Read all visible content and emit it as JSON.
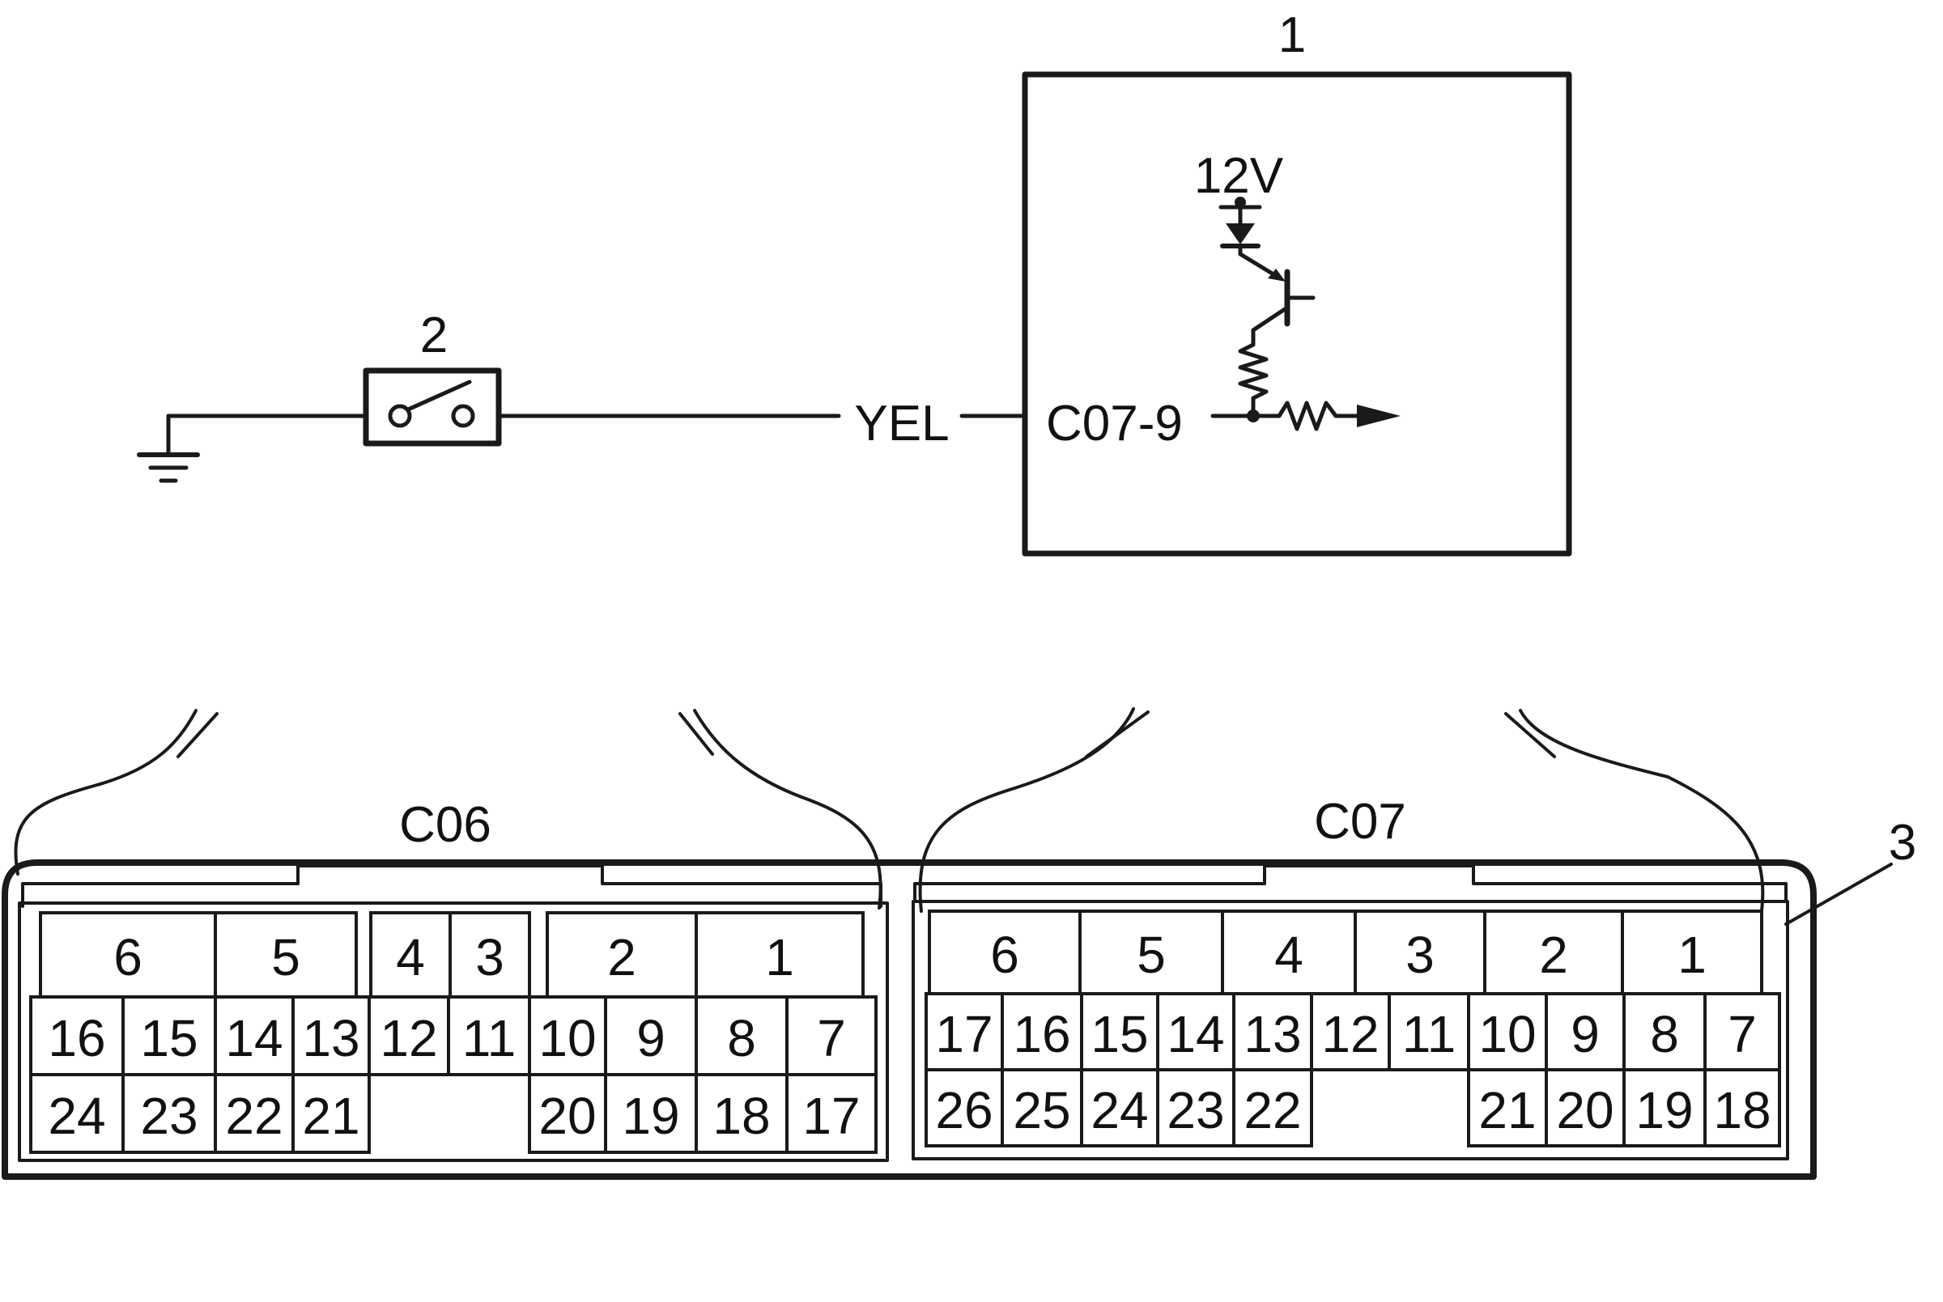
{
  "labels": {
    "module_callout": "1",
    "switch_callout": "2",
    "housing_callout": "3",
    "supply_voltage": "12V",
    "wire_color": "YEL",
    "module_pin": "C07-9",
    "connector_left": "C06",
    "connector_right": "C07"
  },
  "c06": {
    "groups": [
      "6",
      "5",
      "4",
      "3",
      "2",
      "1"
    ],
    "row1": [
      "16",
      "15",
      "14",
      "13",
      "12",
      "11",
      "10",
      "9",
      "8",
      "7"
    ],
    "row2": [
      "24",
      "23",
      "22",
      "21",
      "20",
      "19",
      "18",
      "17"
    ]
  },
  "c07": {
    "groups": [
      "6",
      "5",
      "4",
      "3",
      "2",
      "1"
    ],
    "row1": [
      "17",
      "16",
      "15",
      "14",
      "13",
      "12",
      "11",
      "10",
      "9",
      "8",
      "7"
    ],
    "row2": [
      "26",
      "25",
      "24",
      "23",
      "22",
      "21",
      "20",
      "19",
      "18"
    ]
  }
}
